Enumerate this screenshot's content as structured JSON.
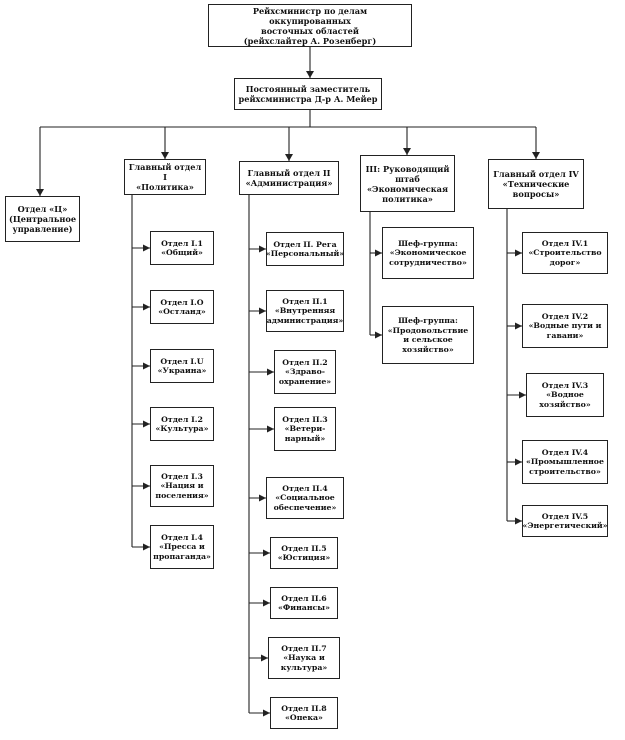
{
  "top": {
    "label": "Рейхсминистр по делам оккупированных\nвосточных областей\n(рейхслайтер А. Розенберг)"
  },
  "deputy": {
    "label": "Постоянный заместитель\nрейхсминистра Д-р А. Мейер"
  },
  "central": {
    "label": "Отдел «Ц»\n(Центральное\nуправление)"
  },
  "columns": [
    {
      "head": "Главный отдел I\n«Политика»",
      "items": [
        "Отдел I.1\n«Общий»",
        "Отдел I.O\n«Остланд»",
        "Отдел I.U\n«Украина»",
        "Отдел I.2\n«Культура»",
        "Отдел I.3\n«Нация и\nпоселения»",
        "Отдел I.4\n«Пресса и\nпропаганда»"
      ]
    },
    {
      "head": "Главный отдел II\n«Администрация»",
      "items": [
        "Отдел II. Рега\n«Персональный»",
        "Отдел II.1\n«Внутренняя\nадминистрация»",
        "Отдел II.2\n«Здраво-\nохранение»",
        "Отдел II.3\n«Ветери-\nнарный»",
        "Отдел II.4\n«Социальное\nобеспечение»",
        "Отдел II.5\n«Юстиция»",
        "Отдел II.6\n«Финансы»",
        "Отдел II.7\n«Наука и\nкультура»",
        "Отдел II.8\n«Опека»"
      ]
    },
    {
      "head": "III: Руководящий\nштаб\n«Экономическая\nполитика»",
      "items": [
        "Шеф-группа:\n«Экономическое\nсотрудничество»",
        "Шеф-группа:\n«Продовольствие\nи сельское\nхозяйство»"
      ]
    },
    {
      "head": "Главный отдел IV\n«Технические\nвопросы»",
      "items": [
        "Отдел IV.1\n«Строительство\nдорог»",
        "Отдел IV.2\n«Водные пути и\nгавани»",
        "Отдел IV.3\n«Водное\nхозяйство»",
        "Отдел IV.4\n«Промышленное\nстроительство»",
        "Отдел IV.5\n«Энергетический»"
      ]
    }
  ]
}
